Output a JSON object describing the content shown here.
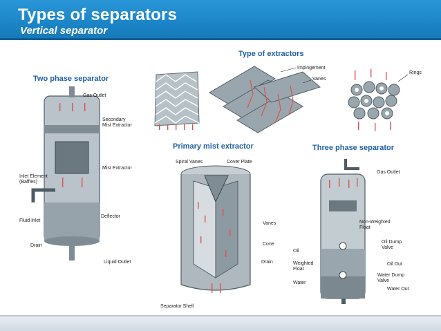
{
  "header": {
    "title": "Types of separators",
    "subtitle": "Vertical separator"
  },
  "sections": {
    "extractors": "Type of extractors",
    "two_phase": "Two phase separator",
    "primary": "Primary mist extractor",
    "three_phase": "Three phase separator"
  },
  "extractor_labels": {
    "impingement": "Impingement",
    "vanes": "Vanes",
    "rings": "Rings"
  },
  "two_phase_labels": {
    "gas_outlet": "Gas Outlet",
    "secondary": "Secondary",
    "mist_extractor_line2": "Mist Extractor",
    "mist_extractor": "Mist Extractor",
    "inlet_element": "Inlet Element",
    "baffles": "(Baffles)",
    "fluid_inlet": "Fluid Inlet",
    "deflector": "Deflector",
    "drain": "Drain",
    "liquid_outlet": "Liquid Outlet"
  },
  "primary_labels": {
    "spiral_vanes": "Spiral Vanes",
    "cover_plate": "Cover Plate",
    "vanes": "Vanes",
    "cone": "Cone",
    "drain": "Drain",
    "separator_shell": "Separator Shell"
  },
  "three_phase_labels": {
    "gas_outlet": "Gas Outlet",
    "non_weighted": "Non-Weighted",
    "float": "Float",
    "oil_dump": "Oil Dump",
    "valve": "Valve",
    "oil": "Oil",
    "oil_out": "Oil Out",
    "weighted": "Weighted",
    "weighted_float": "Float",
    "water_dump": "Water Dump",
    "water_valve": "Valve",
    "water": "Water",
    "water_out": "Water Out"
  },
  "colors": {
    "header": "#1c86c8",
    "section_label": "#1e5fa8",
    "arrow": "#d9534f",
    "vessel": "#8c9aa3"
  }
}
